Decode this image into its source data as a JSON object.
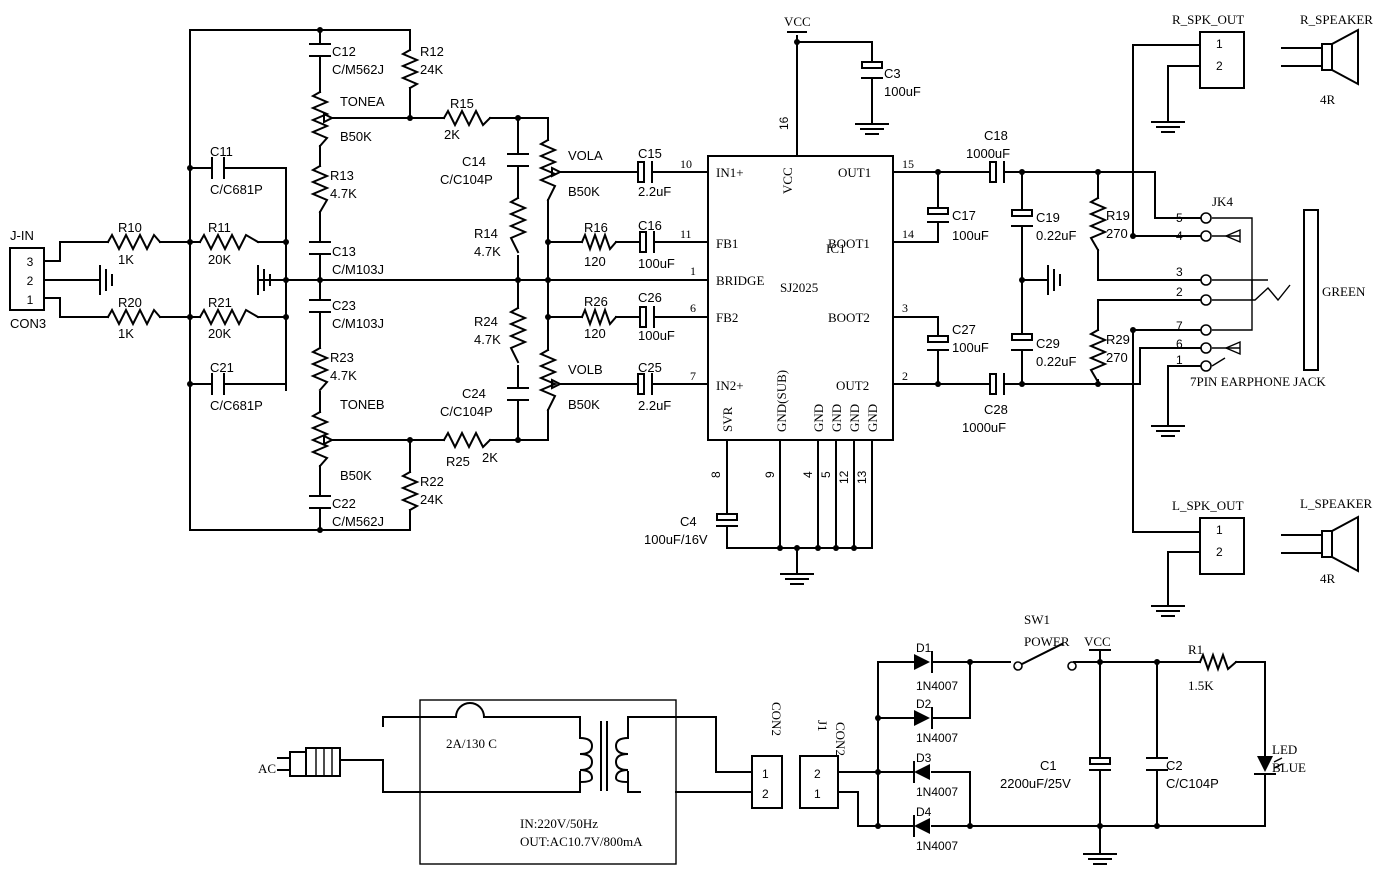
{
  "connectors": {
    "j_in": {
      "name": "J-IN",
      "ref": "CON3",
      "pins": [
        "3",
        "2",
        "1"
      ]
    },
    "r_spk_out": {
      "name": "R_SPK_OUT",
      "pins": [
        "1",
        "2"
      ]
    },
    "l_spk_out": {
      "name": "L_SPK_OUT",
      "pins": [
        "1",
        "2"
      ]
    },
    "r_speaker": {
      "name": "R_SPEAKER",
      "value": "4R"
    },
    "l_speaker": {
      "name": "L_SPEAKER",
      "value": "4R"
    },
    "con2_a": {
      "name": "CON2",
      "pins": [
        "1",
        "2"
      ]
    },
    "con2_b": {
      "name": "CON2",
      "ref": "J1",
      "pins": [
        "2",
        "1"
      ]
    },
    "jk4": {
      "name": "JK4",
      "label": "7PIN EARPHONE JACK",
      "color": "GREEN",
      "pins": [
        "5",
        "4",
        "3",
        "2",
        "7",
        "6",
        "1"
      ]
    }
  },
  "resistors": {
    "r10": {
      "ref": "R10",
      "value": "1K"
    },
    "r11": {
      "ref": "R11",
      "value": "20K"
    },
    "r20": {
      "ref": "R20",
      "value": "1K"
    },
    "r21": {
      "ref": "R21",
      "value": "20K"
    },
    "r12": {
      "ref": "R12",
      "value": "24K"
    },
    "r13": {
      "ref": "R13",
      "value": "4.7K"
    },
    "r23": {
      "ref": "R23",
      "value": "4.7K"
    },
    "r22": {
      "ref": "R22",
      "value": "24K"
    },
    "r15": {
      "ref": "R15",
      "value": "2K"
    },
    "r25": {
      "ref": "R25",
      "value": "2K"
    },
    "r14": {
      "ref": "R14",
      "value": "4.7K"
    },
    "r24": {
      "ref": "R24",
      "value": "4.7K"
    },
    "r16": {
      "ref": "R16",
      "value": "120"
    },
    "r26": {
      "ref": "R26",
      "value": "120"
    },
    "r19": {
      "ref": "R19",
      "value": "270"
    },
    "r29": {
      "ref": "R29",
      "value": "270"
    },
    "r1": {
      "ref": "R1",
      "value": "1.5K"
    }
  },
  "potentiometers": {
    "tonea": {
      "ref": "TONEA",
      "value": "B50K"
    },
    "toneb": {
      "ref": "TONEB",
      "value": "B50K"
    },
    "vola": {
      "ref": "VOLA",
      "value": "B50K"
    },
    "volb": {
      "ref": "VOLB",
      "value": "B50K"
    }
  },
  "capacitors": {
    "c12": {
      "ref": "C12",
      "value": "C/M562J"
    },
    "c11": {
      "ref": "C11",
      "value": "C/C681P"
    },
    "c13": {
      "ref": "C13",
      "value": "C/M103J"
    },
    "c23": {
      "ref": "C23",
      "value": "C/M103J"
    },
    "c21": {
      "ref": "C21",
      "value": "C/C681P"
    },
    "c22": {
      "ref": "C22",
      "value": "C/M562J"
    },
    "c14": {
      "ref": "C14",
      "value": "C/C104P"
    },
    "c24": {
      "ref": "C24",
      "value": "C/C104P"
    },
    "c15": {
      "ref": "C15",
      "value": "2.2uF"
    },
    "c16": {
      "ref": "C16",
      "value": "100uF"
    },
    "c26": {
      "ref": "C26",
      "value": "100uF"
    },
    "c25": {
      "ref": "C25",
      "value": "2.2uF"
    },
    "c3": {
      "ref": "C3",
      "value": "100uF"
    },
    "c4": {
      "ref": "C4",
      "value": "100uF/16V"
    },
    "c18": {
      "ref": "C18",
      "value": "1000uF"
    },
    "c17": {
      "ref": "C17",
      "value": "100uF"
    },
    "c19": {
      "ref": "C19",
      "value": "0.22uF"
    },
    "c27": {
      "ref": "C27",
      "value": "100uF"
    },
    "c29": {
      "ref": "C29",
      "value": "0.22uF"
    },
    "c28": {
      "ref": "C28",
      "value": "1000uF"
    },
    "c1": {
      "ref": "C1",
      "value": "2200uF/25V"
    },
    "c2": {
      "ref": "C2",
      "value": "C/C104P"
    }
  },
  "ic": {
    "ref": "IC1",
    "part": "SJ2025",
    "vcc_label": "VCC",
    "left_pins": [
      {
        "num": "10",
        "name": "IN1+"
      },
      {
        "num": "11",
        "name": "FB1"
      },
      {
        "num": "1",
        "name": "BRIDGE"
      },
      {
        "num": "6",
        "name": "FB2"
      },
      {
        "num": "7",
        "name": "IN2+"
      }
    ],
    "right_pins": [
      {
        "num": "15",
        "name": "OUT1"
      },
      {
        "num": "14",
        "name": "BOOT1"
      },
      {
        "num": "3",
        "name": "BOOT2"
      },
      {
        "num": "2",
        "name": "OUT2"
      }
    ],
    "top_pin": {
      "num": "16",
      "name": "VCC"
    },
    "bottom_pins": [
      {
        "num": "8",
        "name": "SVR"
      },
      {
        "num": "9",
        "name": "GND(SUB)"
      },
      {
        "num": "4",
        "name": "GND"
      },
      {
        "num": "5",
        "name": "GND"
      },
      {
        "num": "12",
        "name": "GND"
      },
      {
        "num": "13",
        "name": "GND"
      }
    ]
  },
  "power": {
    "vcc_top": "VCC",
    "vcc_psu": "VCC",
    "switch": {
      "ref": "SW1",
      "label": "POWER"
    },
    "diodes": [
      {
        "ref": "D1",
        "value": "1N4007"
      },
      {
        "ref": "D2",
        "value": "1N4007"
      },
      {
        "ref": "D3",
        "value": "1N4007"
      },
      {
        "ref": "D4",
        "value": "1N4007"
      }
    ],
    "led": {
      "ref": "LED",
      "value": "BLUE"
    },
    "ac": "AC",
    "fuse": "2A/130 C",
    "adapter_in": "IN:220V/50Hz",
    "adapter_out": "OUT:AC10.7V/800mA"
  }
}
